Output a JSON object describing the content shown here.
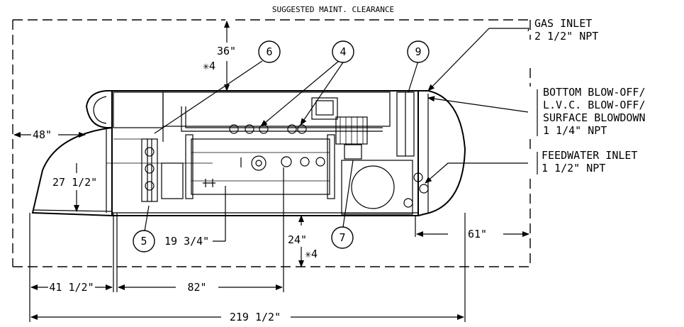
{
  "title": "SUGGESTED MAINT. CLEARANCE",
  "callouts": {
    "gas_inlet": [
      "GAS INLET",
      "2 1/2\" NPT"
    ],
    "blowoff": [
      "BOTTOM BLOW-OFF/",
      "L.V.C. BLOW-OFF/",
      "SURFACE BLOWDOWN",
      "1 1/4\" NPT"
    ],
    "feedwater": [
      "FEEDWATER INLET",
      "1 1/2\" NPT"
    ]
  },
  "dimensions": {
    "top_clearance": "36\"",
    "top_note": "✳4",
    "left_clearance": "48\"",
    "height_27": "27 1/2\"",
    "dim_19": "19 3/4\"",
    "front_clearance": "24\"",
    "front_note": "✳4",
    "right_clearance": "61\"",
    "dim_41": "41 1/2\"",
    "dim_82": "82\"",
    "overall": "219 1/2\""
  },
  "bubbles": {
    "b4": "4",
    "b5": "5",
    "b6": "6",
    "b7": "7",
    "b9": "9"
  }
}
